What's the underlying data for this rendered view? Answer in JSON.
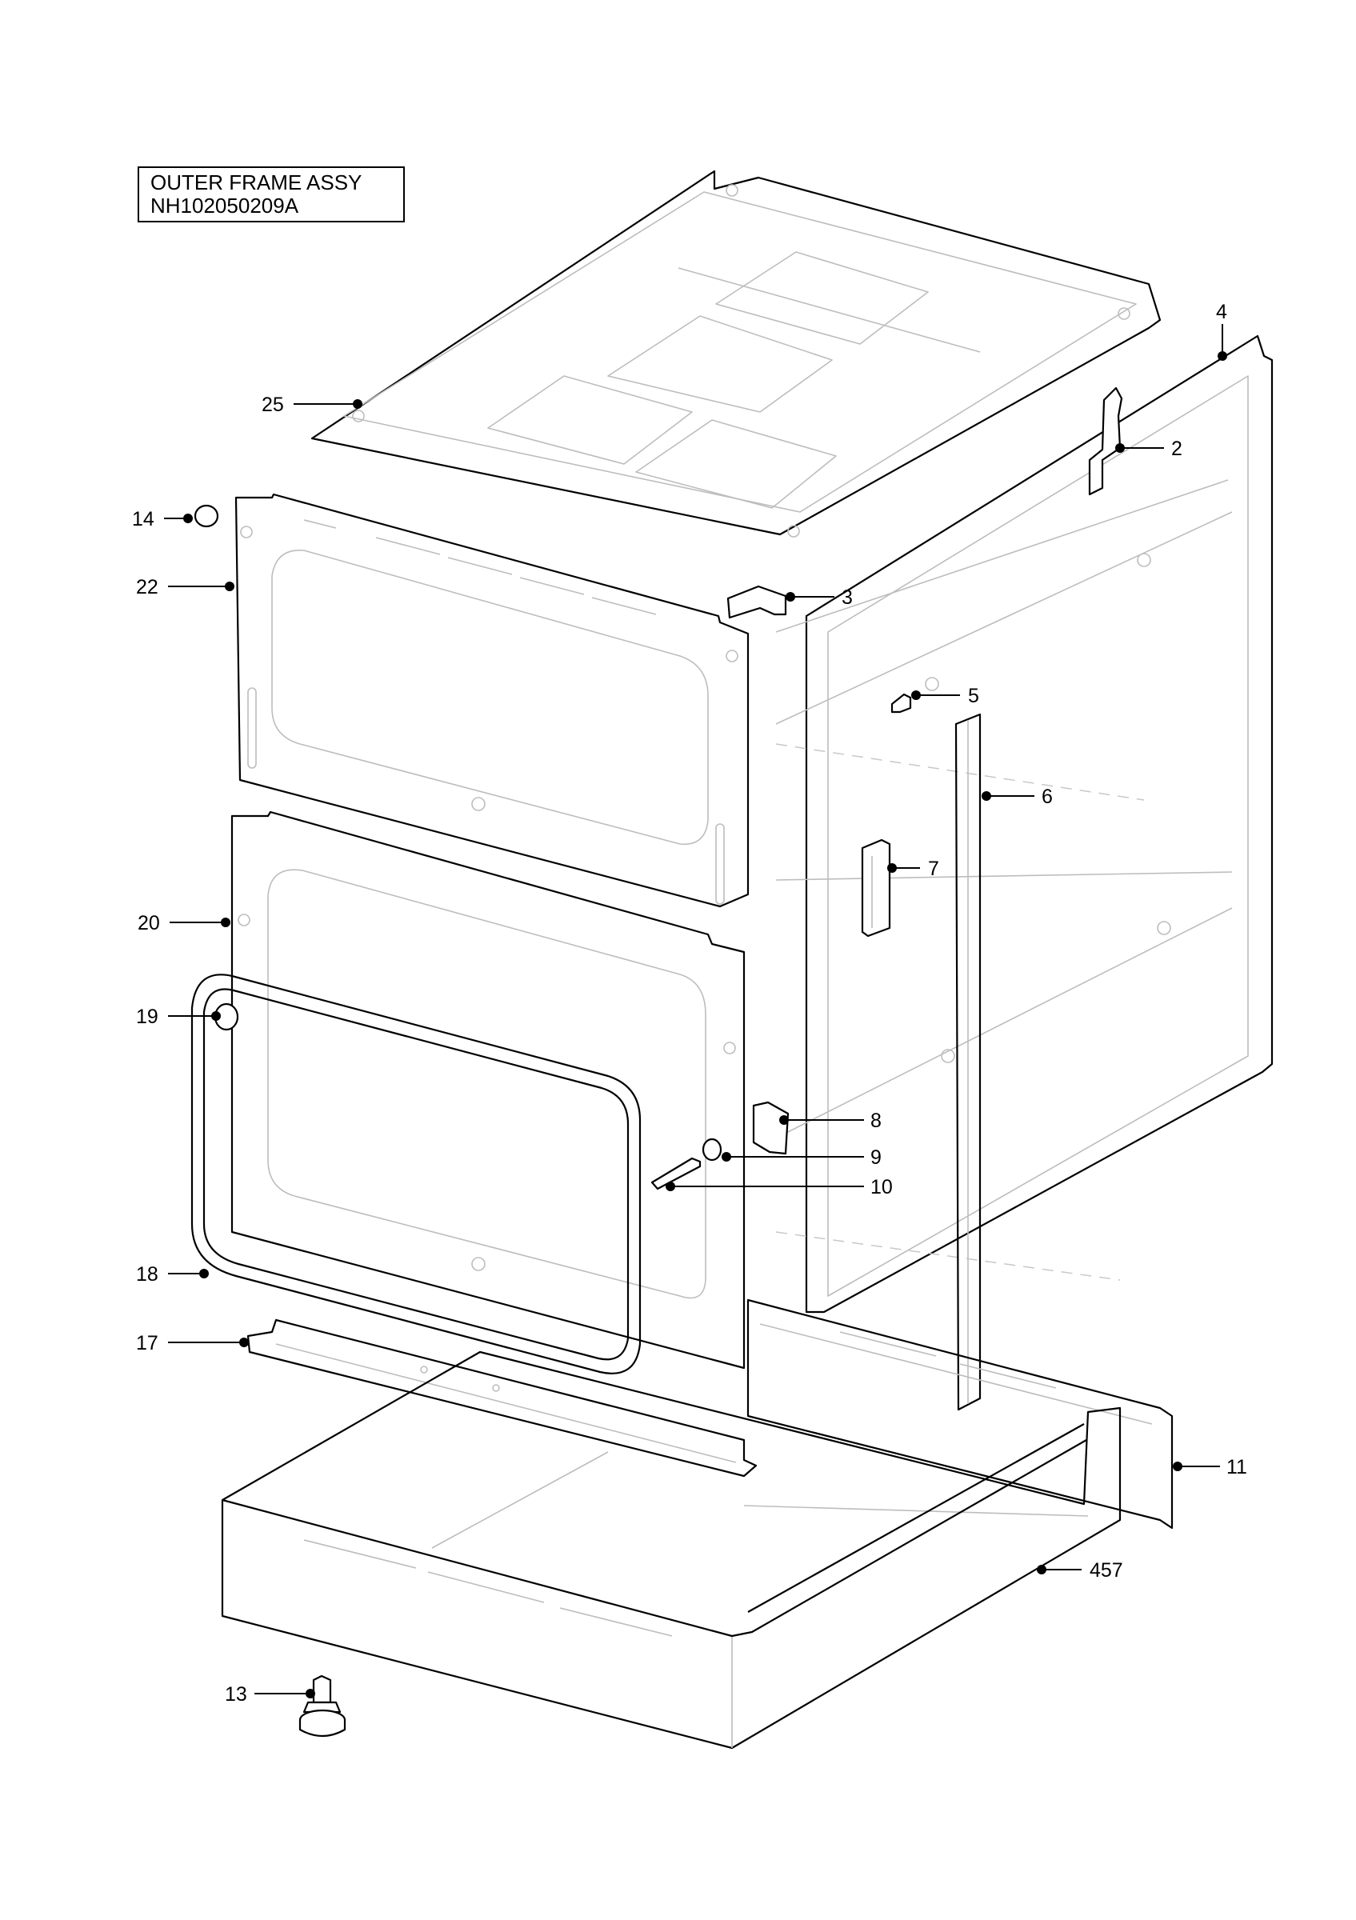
{
  "title": {
    "line1": "OUTER FRAME ASSY",
    "line2": "NH102050209A"
  },
  "callouts": [
    {
      "label": "25",
      "name": "top-panel"
    },
    {
      "label": "4",
      "name": "side-panel"
    },
    {
      "label": "2",
      "name": "hinge-bracket"
    },
    {
      "label": "14",
      "name": "grommet"
    },
    {
      "label": "22",
      "name": "upper-front-frame"
    },
    {
      "label": "3",
      "name": "corner-bracket"
    },
    {
      "label": "5",
      "name": "small-clip"
    },
    {
      "label": "6",
      "name": "vertical-strip"
    },
    {
      "label": "7",
      "name": "side-bracket"
    },
    {
      "label": "20",
      "name": "lower-front-frame"
    },
    {
      "label": "19",
      "name": "bumper"
    },
    {
      "label": "8",
      "name": "catch-plate"
    },
    {
      "label": "9",
      "name": "washer"
    },
    {
      "label": "10",
      "name": "screw"
    },
    {
      "label": "18",
      "name": "door-gasket"
    },
    {
      "label": "17",
      "name": "bottom-rail"
    },
    {
      "label": "11",
      "name": "rear-panel"
    },
    {
      "label": "457",
      "name": "plinth-base"
    },
    {
      "label": "13",
      "name": "levelling-foot"
    }
  ]
}
